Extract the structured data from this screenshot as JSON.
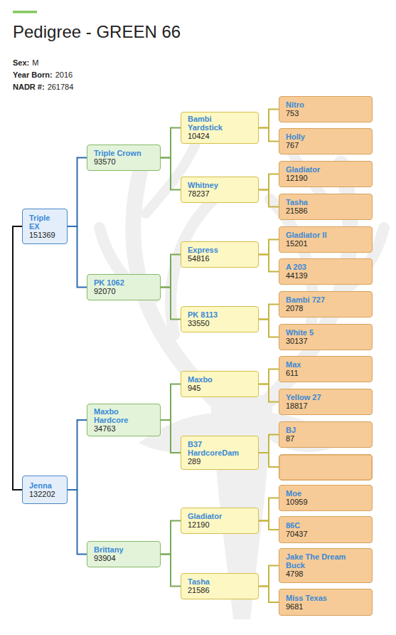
{
  "diagram": {
    "title": "Pedigree - GREEN 66",
    "nodes": [
      {
        "text": [
          "Triple EX",
          "151369"
        ]
      },
      {
        "text": [
          "Jenna",
          "132202"
        ]
      },
      {
        "text": [
          "Triple Crown",
          "93570"
        ]
      },
      {
        "text": [
          "PK 1062",
          "92070"
        ]
      },
      {
        "text": [
          "Maxbo Hardcore",
          "34763"
        ]
      },
      {
        "text": [
          "Brittany",
          "93904"
        ]
      },
      {
        "text": [
          "Bambi Yardstick",
          "10424"
        ]
      },
      {
        "text": [
          "Whitney",
          "78237"
        ]
      },
      {
        "text": [
          "Express",
          "54816"
        ]
      },
      {
        "text": [
          "PK 8113",
          "33550"
        ]
      },
      {
        "text": [
          "Maxbo",
          "945"
        ]
      },
      {
        "text": [
          "B37 HardcoreDam",
          "289"
        ]
      },
      {
        "text": [
          "Gladiator",
          "12190"
        ]
      },
      {
        "text": [
          "Tasha",
          "21586"
        ]
      },
      {
        "text": [
          "Nitro",
          "753"
        ]
      },
      {
        "text": [
          "Holly",
          "767"
        ]
      },
      {
        "text": [
          "Gladiator",
          "12190"
        ]
      },
      {
        "text": [
          "Tasha",
          "21586"
        ]
      },
      {
        "text": [
          "Gladiator II",
          "15201"
        ]
      },
      {
        "text": [
          "A 203",
          "44139"
        ]
      },
      {
        "text": [
          "Bambi 727",
          "2078"
        ]
      },
      {
        "text": [
          "White 5",
          "30137"
        ]
      },
      {
        "text": [
          "Max",
          "611"
        ]
      },
      {
        "text": [
          "Yellow 27",
          "18817"
        ]
      },
      {
        "text": [
          "BJ",
          "87"
        ]
      },
      {
        "text": [
          "Moe",
          "10959"
        ]
      },
      {
        "text": [
          "86C",
          "70437"
        ]
      },
      {
        "text": [
          "Jake The Dream Buck",
          "4798"
        ]
      },
      {
        "text": [
          "Miss Texas",
          "9681"
        ]
      }
    ],
    "edges": [
      {
        "from": 0,
        "to": 1,
        "arrow": "none"
      },
      {
        "from": 0,
        "to": 2,
        "arrow": "none"
      },
      {
        "from": 0,
        "to": 3,
        "arrow": "none"
      },
      {
        "from": 1,
        "to": 4,
        "arrow": "none"
      },
      {
        "from": 1,
        "to": 5,
        "arrow": "none"
      },
      {
        "from": 2,
        "to": 6,
        "arrow": "none"
      },
      {
        "from": 2,
        "to": 7,
        "arrow": "none"
      },
      {
        "from": 3,
        "to": 8,
        "arrow": "none"
      },
      {
        "from": 3,
        "to": 9,
        "arrow": "none"
      },
      {
        "from": 4,
        "to": 10,
        "arrow": "none"
      },
      {
        "from": 4,
        "to": 11,
        "arrow": "none"
      },
      {
        "from": 5,
        "to": 12,
        "arrow": "none"
      },
      {
        "from": 5,
        "to": 13,
        "arrow": "none"
      },
      {
        "from": 6,
        "to": 14,
        "arrow": "none"
      },
      {
        "from": 6,
        "to": 15,
        "arrow": "none"
      },
      {
        "from": 7,
        "to": 16,
        "arrow": "none"
      },
      {
        "from": 7,
        "to": 17,
        "arrow": "none"
      },
      {
        "from": 8,
        "to": 18,
        "arrow": "none"
      },
      {
        "from": 8,
        "to": 19,
        "arrow": "none"
      },
      {
        "from": 9,
        "to": 20,
        "arrow": "none"
      },
      {
        "from": 9,
        "to": 21,
        "arrow": "none"
      },
      {
        "from": 10,
        "to": 22,
        "arrow": "none"
      },
      {
        "from": 10,
        "to": 23,
        "arrow": "none"
      },
      {
        "from": 11,
        "to": 24,
        "arrow": "none"
      },
      {
        "from": 12,
        "to": 25,
        "arrow": "none"
      },
      {
        "from": 12,
        "to": 26,
        "arrow": "none"
      },
      {
        "from": 13,
        "to": 27,
        "arrow": "none"
      },
      {
        "from": 13,
        "to": 28,
        "arrow": "none"
      }
    ],
    "labels": [
      "Sex:",
      "M",
      "Year Born:",
      "2016",
      "NADR #:",
      "261784"
    ]
  }
}
